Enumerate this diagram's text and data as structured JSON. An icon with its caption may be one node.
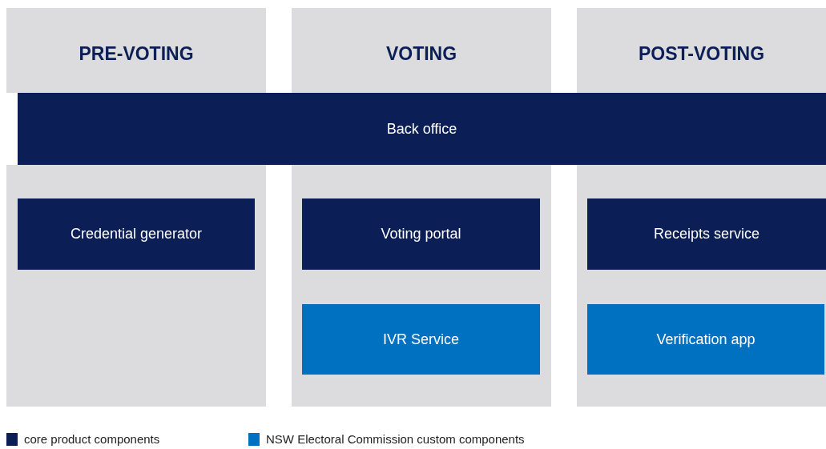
{
  "diagram": {
    "nodes": [
      {
        "text": [
          "PRE-VOTING"
        ]
      },
      {
        "text": [
          "VOTING"
        ]
      },
      {
        "text": [
          "POST-VOTING"
        ]
      },
      {
        "text": [
          "Back office"
        ]
      },
      {
        "text": [
          "Credential generator"
        ],
        "in": 0
      },
      {
        "text": [
          "Voting portal"
        ],
        "in": 1
      },
      {
        "text": [
          "IVR Service"
        ],
        "in": 1
      },
      {
        "text": [
          "Receipts service"
        ],
        "in": 2
      },
      {
        "text": [
          "Verification app"
        ],
        "in": 2
      }
    ],
    "legend": [
      {
        "text": "core product components",
        "color": "#0b1f56"
      },
      {
        "text": "NSW Electoral Commission custom components",
        "color": "#0070c0"
      }
    ]
  }
}
